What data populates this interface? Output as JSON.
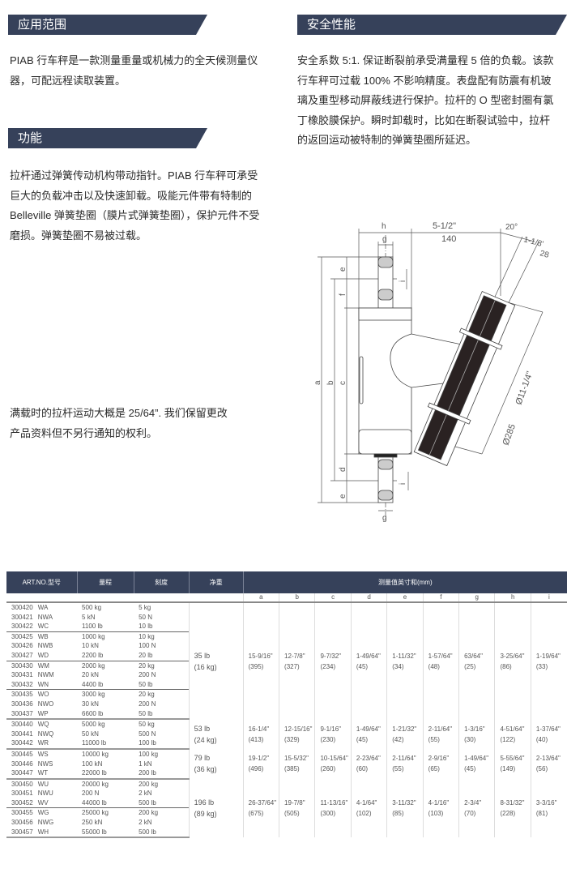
{
  "sections": {
    "application": {
      "title": "应用范围",
      "lines": [
        "PIAB 行车秤是一款测量重量或机械力的全天候测量仪",
        "器，可配远程读取装置。"
      ]
    },
    "function": {
      "title": "功能",
      "lines": [
        "拉杆通过弹簧传动机构带动指针。PIAB 行车秤可承受",
        "巨大的负载冲击以及快速卸载。吸能元件带有特制的",
        "Belleville 弹簧垫圈（膜片式弹簧垫圈），保护元件不受",
        "磨损。弹簧垫圈不易被过载。"
      ]
    },
    "safety": {
      "title": "安全性能",
      "lines": [
        "安全系数 5:1. 保证断裂前承受满量程 5 倍的负载。该款",
        "行车秤可过载 100% 不影响精度。表盘配有防震有机玻",
        "璃及重型移动屏蔽线进行保护。拉杆的 O 型密封圈有氯",
        "丁橡胶膜保护。瞬时卸载时，比如在断裂试验中，拉杆",
        "的返回运动被特制的弹簧垫圈所延迟。"
      ]
    },
    "note": {
      "lines": [
        "满载时的拉杆运动大概是 25/64”. 我们保留更改",
        "产品资料但不另行通知的权利。"
      ]
    }
  },
  "diagram": {
    "labels": {
      "h": "h",
      "g": "g",
      "a": "a",
      "b": "b",
      "c": "c",
      "d": "d",
      "e": "e",
      "f": "f",
      "i": "i",
      "offset_in": "5-1/2\"",
      "offset_mm": "140",
      "angle": "20°",
      "depth_in": "1-1/8'",
      "depth_mm": "28",
      "dial_in": "Ø11-1/4\"",
      "dial_mm": "Ø285"
    }
  },
  "table": {
    "headers": {
      "art": "ART.NO.型号",
      "range": "量程",
      "division": "刻度",
      "weight": "净重",
      "dims": "测量值英寸和(mm)"
    },
    "dim_cols": [
      "a",
      "b",
      "c",
      "d",
      "e",
      "f",
      "g",
      "h",
      "i"
    ],
    "groups": [
      {
        "weight": [
          "35 lb",
          "(16 kg)"
        ],
        "dims": [
          [
            "15-9/16\"",
            "(395)"
          ],
          [
            "12-7/8\"",
            "(327)"
          ],
          [
            "9-7/32\"",
            "(234)"
          ],
          [
            "1-49/64\"",
            "(45)"
          ],
          [
            "1-11/32\"",
            "(34)"
          ],
          [
            "1-57/64\"",
            "(48)"
          ],
          [
            "63/64\"",
            "(25)"
          ],
          [
            "3-25/64\"",
            "(86)"
          ],
          [
            "1-19/64\"",
            "(33)"
          ]
        ],
        "rows": [
          [
            "300420",
            "WA",
            "500 kg",
            "5 kg"
          ],
          [
            "300421",
            "NWA",
            "5 kN",
            "50 N"
          ],
          [
            "300422",
            "WC",
            "1100 lb",
            "10 lb"
          ],
          [
            "300425",
            "WB",
            "1000 kg",
            "10 kg"
          ],
          [
            "300426",
            "NWB",
            "10 kN",
            "100 N"
          ],
          [
            "300427",
            "WD",
            "2200 lb",
            "20 lb"
          ],
          [
            "300430",
            "WM",
            "2000 kg",
            "20 kg"
          ],
          [
            "300431",
            "NWM",
            "20 kN",
            "200 N"
          ],
          [
            "300432",
            "WN",
            "4400 lb",
            "50 lb"
          ],
          [
            "300435",
            "WO",
            "3000 kg",
            "20 kg"
          ],
          [
            "300436",
            "NWO",
            "30 kN",
            "200 N"
          ],
          [
            "300437",
            "WP",
            "6600 lb",
            "50 lb"
          ]
        ]
      },
      {
        "weight": [
          "53 lb",
          "(24 kg)"
        ],
        "dims": [
          [
            "16-1/4\"",
            "(413)"
          ],
          [
            "12-15/16\"",
            "(329)"
          ],
          [
            "9-1/16\"",
            "(230)"
          ],
          [
            "1-49/64\"",
            "(45)"
          ],
          [
            "1-21/32\"",
            "(42)"
          ],
          [
            "2-11/64\"",
            "(55)"
          ],
          [
            "1-3/16\"",
            "(30)"
          ],
          [
            "4-51/64\"",
            "(122)"
          ],
          [
            "1-37/64\"",
            "(40)"
          ]
        ],
        "rows": [
          [
            "300440",
            "WQ",
            "5000 kg",
            "50 kg"
          ],
          [
            "300441",
            "NWQ",
            "50 kN",
            "500 N"
          ],
          [
            "300442",
            "WR",
            "11000 lb",
            "100 lb"
          ]
        ]
      },
      {
        "weight": [
          "79 lb",
          "(36 kg)"
        ],
        "dims": [
          [
            "19-1/2\"",
            "(496)"
          ],
          [
            "15-5/32\"",
            "(385)"
          ],
          [
            "10-15/64\"",
            "(260)"
          ],
          [
            "2-23/64\"",
            "(60)"
          ],
          [
            "2-11/64\"",
            "(55)"
          ],
          [
            "2-9/16\"",
            "(65)"
          ],
          [
            "1-49/64\"",
            "(45)"
          ],
          [
            "5-55/64\"",
            "(149)"
          ],
          [
            "2-13/64\"",
            "(56)"
          ]
        ],
        "rows": [
          [
            "300445",
            "WS",
            "10000 kg",
            "100 kg"
          ],
          [
            "300446",
            "NWS",
            "100 kN",
            "1 kN"
          ],
          [
            "300447",
            "WT",
            "22000 lb",
            "200 lb"
          ]
        ]
      },
      {
        "weight": [
          "196 lb",
          "(89 kg)"
        ],
        "dims": [
          [
            "26-37/64\"",
            "(675)"
          ],
          [
            "19-7/8\"",
            "(505)"
          ],
          [
            "11-13/16\"",
            "(300)"
          ],
          [
            "4-1/64\"",
            "(102)"
          ],
          [
            "3-11/32\"",
            "(85)"
          ],
          [
            "4-1/16\"",
            "(103)"
          ],
          [
            "2-3/4\"",
            "(70)"
          ],
          [
            "8-31/32\"",
            "(228)"
          ],
          [
            "3-3/16\"",
            "(81)"
          ]
        ],
        "rows": [
          [
            "300450",
            "WU",
            "20000 kg",
            "200 kg"
          ],
          [
            "300451",
            "NWU",
            "200 N",
            "2 kN"
          ],
          [
            "300452",
            "WV",
            "44000 lb",
            "500 lb"
          ],
          [
            "300455",
            "WG",
            "25000 kg",
            "200 kg"
          ],
          [
            "300456",
            "NWG",
            "250 kN",
            "2 kN"
          ],
          [
            "300457",
            "WH",
            "55000 lb",
            "500 lb"
          ]
        ]
      }
    ]
  }
}
